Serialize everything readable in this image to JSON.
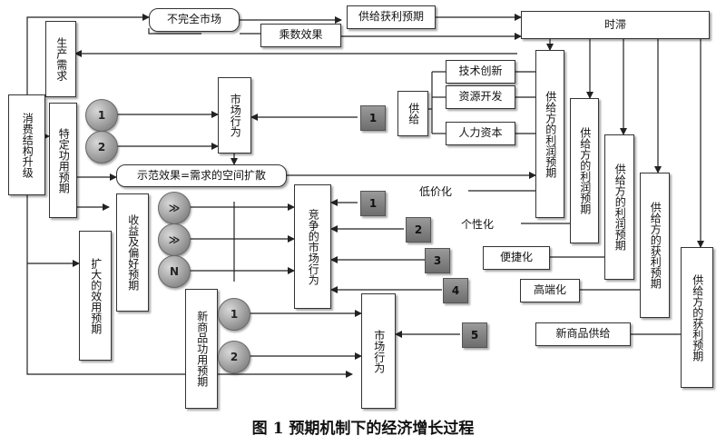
{
  "nodes": {
    "imperfect_market": "不完全市场",
    "supply_profit": "供给获利预期",
    "multiplier": "乘数效果",
    "lag": "时滞",
    "production_demand": "生产需求",
    "tech": "技术创新",
    "resource": "资源开发",
    "human": "人力资本",
    "supply": "供给",
    "consumption_upgrade": "消费结构升级",
    "specific_utility": "特定功用预期",
    "market_behavior_1": "市场行为",
    "supply_profit_v1": "供给方的利润预期",
    "supply_profit_v2": "供给方的利润预期",
    "supply_profit_v3": "供给方的利润预期",
    "supply_profit_v4": "供给方的获利预期",
    "supply_profit_v5": "供给方的获利预期",
    "demonstration": "示范效果=需求的空间扩散",
    "income_pref": "收益及偏好预期",
    "competitive_market": "竞争的市场行为",
    "low_price": "低价化",
    "personalization": "个性化",
    "convenience": "便捷化",
    "high_end": "高端化",
    "expanded_utility": "扩大的效用预期",
    "new_product_utility": "新商品功用预期",
    "market_behavior_2": "市场行为",
    "new_product_supply": "新商品供给"
  },
  "markers": {
    "c1": "1",
    "c2": "2",
    "ca": "≫",
    "cb": "≫",
    "cn": "N",
    "c3": "1",
    "c4": "2",
    "s1": "1",
    "s2": "1",
    "s3": "2",
    "s4": "3",
    "s5": "4",
    "s6": "5"
  },
  "caption": "图 1    预期机制下的经济增长过程"
}
